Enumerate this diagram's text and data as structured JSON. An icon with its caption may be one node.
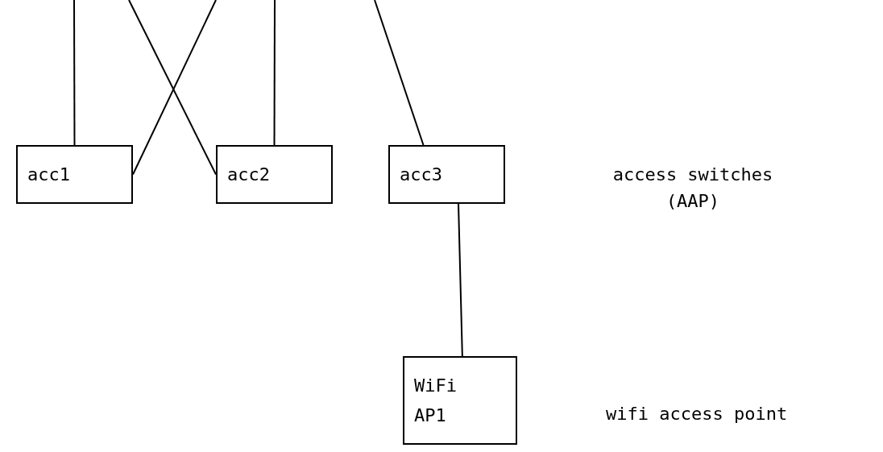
{
  "diagram": {
    "nodes": [
      {
        "text": [
          "acc1"
        ]
      },
      {
        "text": [
          "acc2"
        ]
      },
      {
        "text": [
          "acc3"
        ]
      },
      {
        "text": [
          "WiFi AP1"
        ]
      }
    ],
    "edges": [
      {
        "from": null,
        "to": 0,
        "arrow": "none"
      },
      {
        "from": null,
        "to": 0,
        "arrow": "none"
      },
      {
        "from": null,
        "to": 1,
        "arrow": "none"
      },
      {
        "from": null,
        "to": 1,
        "arrow": "none"
      },
      {
        "from": null,
        "to": 2,
        "arrow": "none"
      },
      {
        "from": 2,
        "to": 3,
        "arrow": "none"
      }
    ],
    "labels": [
      "access switches (AAP)",
      "wifi access point"
    ]
  }
}
